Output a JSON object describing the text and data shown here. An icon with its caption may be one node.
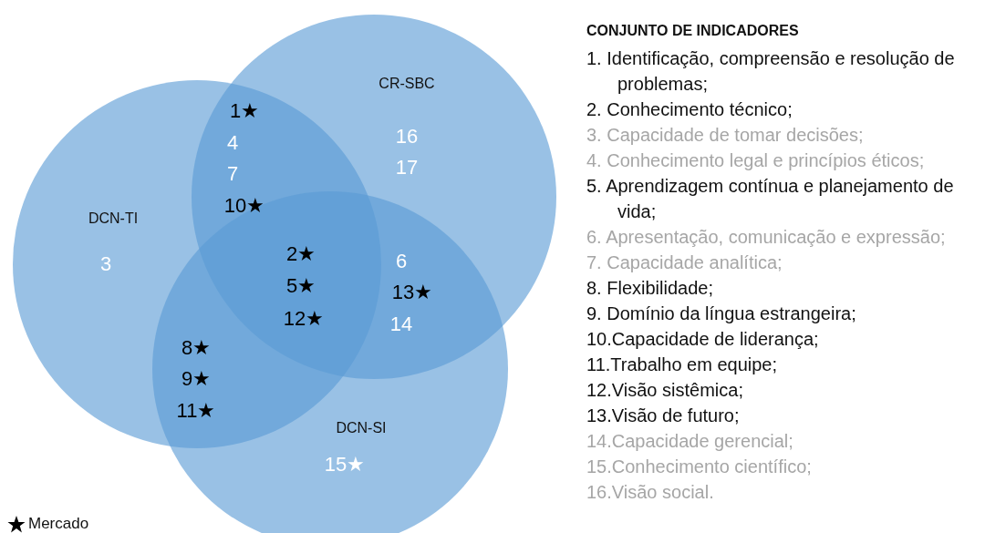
{
  "diagram": {
    "nodes": [
      {
        "text": [
          "DCN-TI"
        ]
      },
      {
        "text": [
          "CR-SBC"
        ]
      },
      {
        "text": [
          "DCN-SI"
        ]
      }
    ],
    "edges": [],
    "labels": [
      "1★",
      "4",
      "7",
      "10★",
      "16",
      "17",
      "3",
      "2★",
      "5★",
      "12★",
      "6",
      "13★",
      "14",
      "8★",
      "9★",
      "11★",
      "15★",
      "CONJUNTO DE INDICADORES",
      "1. Identificação, compreensão e resolução de problemas;",
      "2. Conhecimento técnico;",
      "3. Capacidade de tomar decisões;",
      "4. Conhecimento legal e princípios éticos;",
      "5. Aprendizagem contínua e planejamento de vida;",
      "6. Apresentação, comunicação e expressão;",
      "7. Capacidade analítica;",
      "8. Flexibilidade;",
      "9. Domínio da língua estrangeira;",
      "10.Capacidade de liderança;",
      "11.Trabalho em equipe;",
      "12.Visão sistêmica;",
      "13.Visão de futuro;",
      "14.Capacidade gerencial;",
      "15.Conhecimento científico;",
      "16.Visão social."
    ],
    "legend": [
      {
        "text": "Mercado"
      }
    ]
  }
}
